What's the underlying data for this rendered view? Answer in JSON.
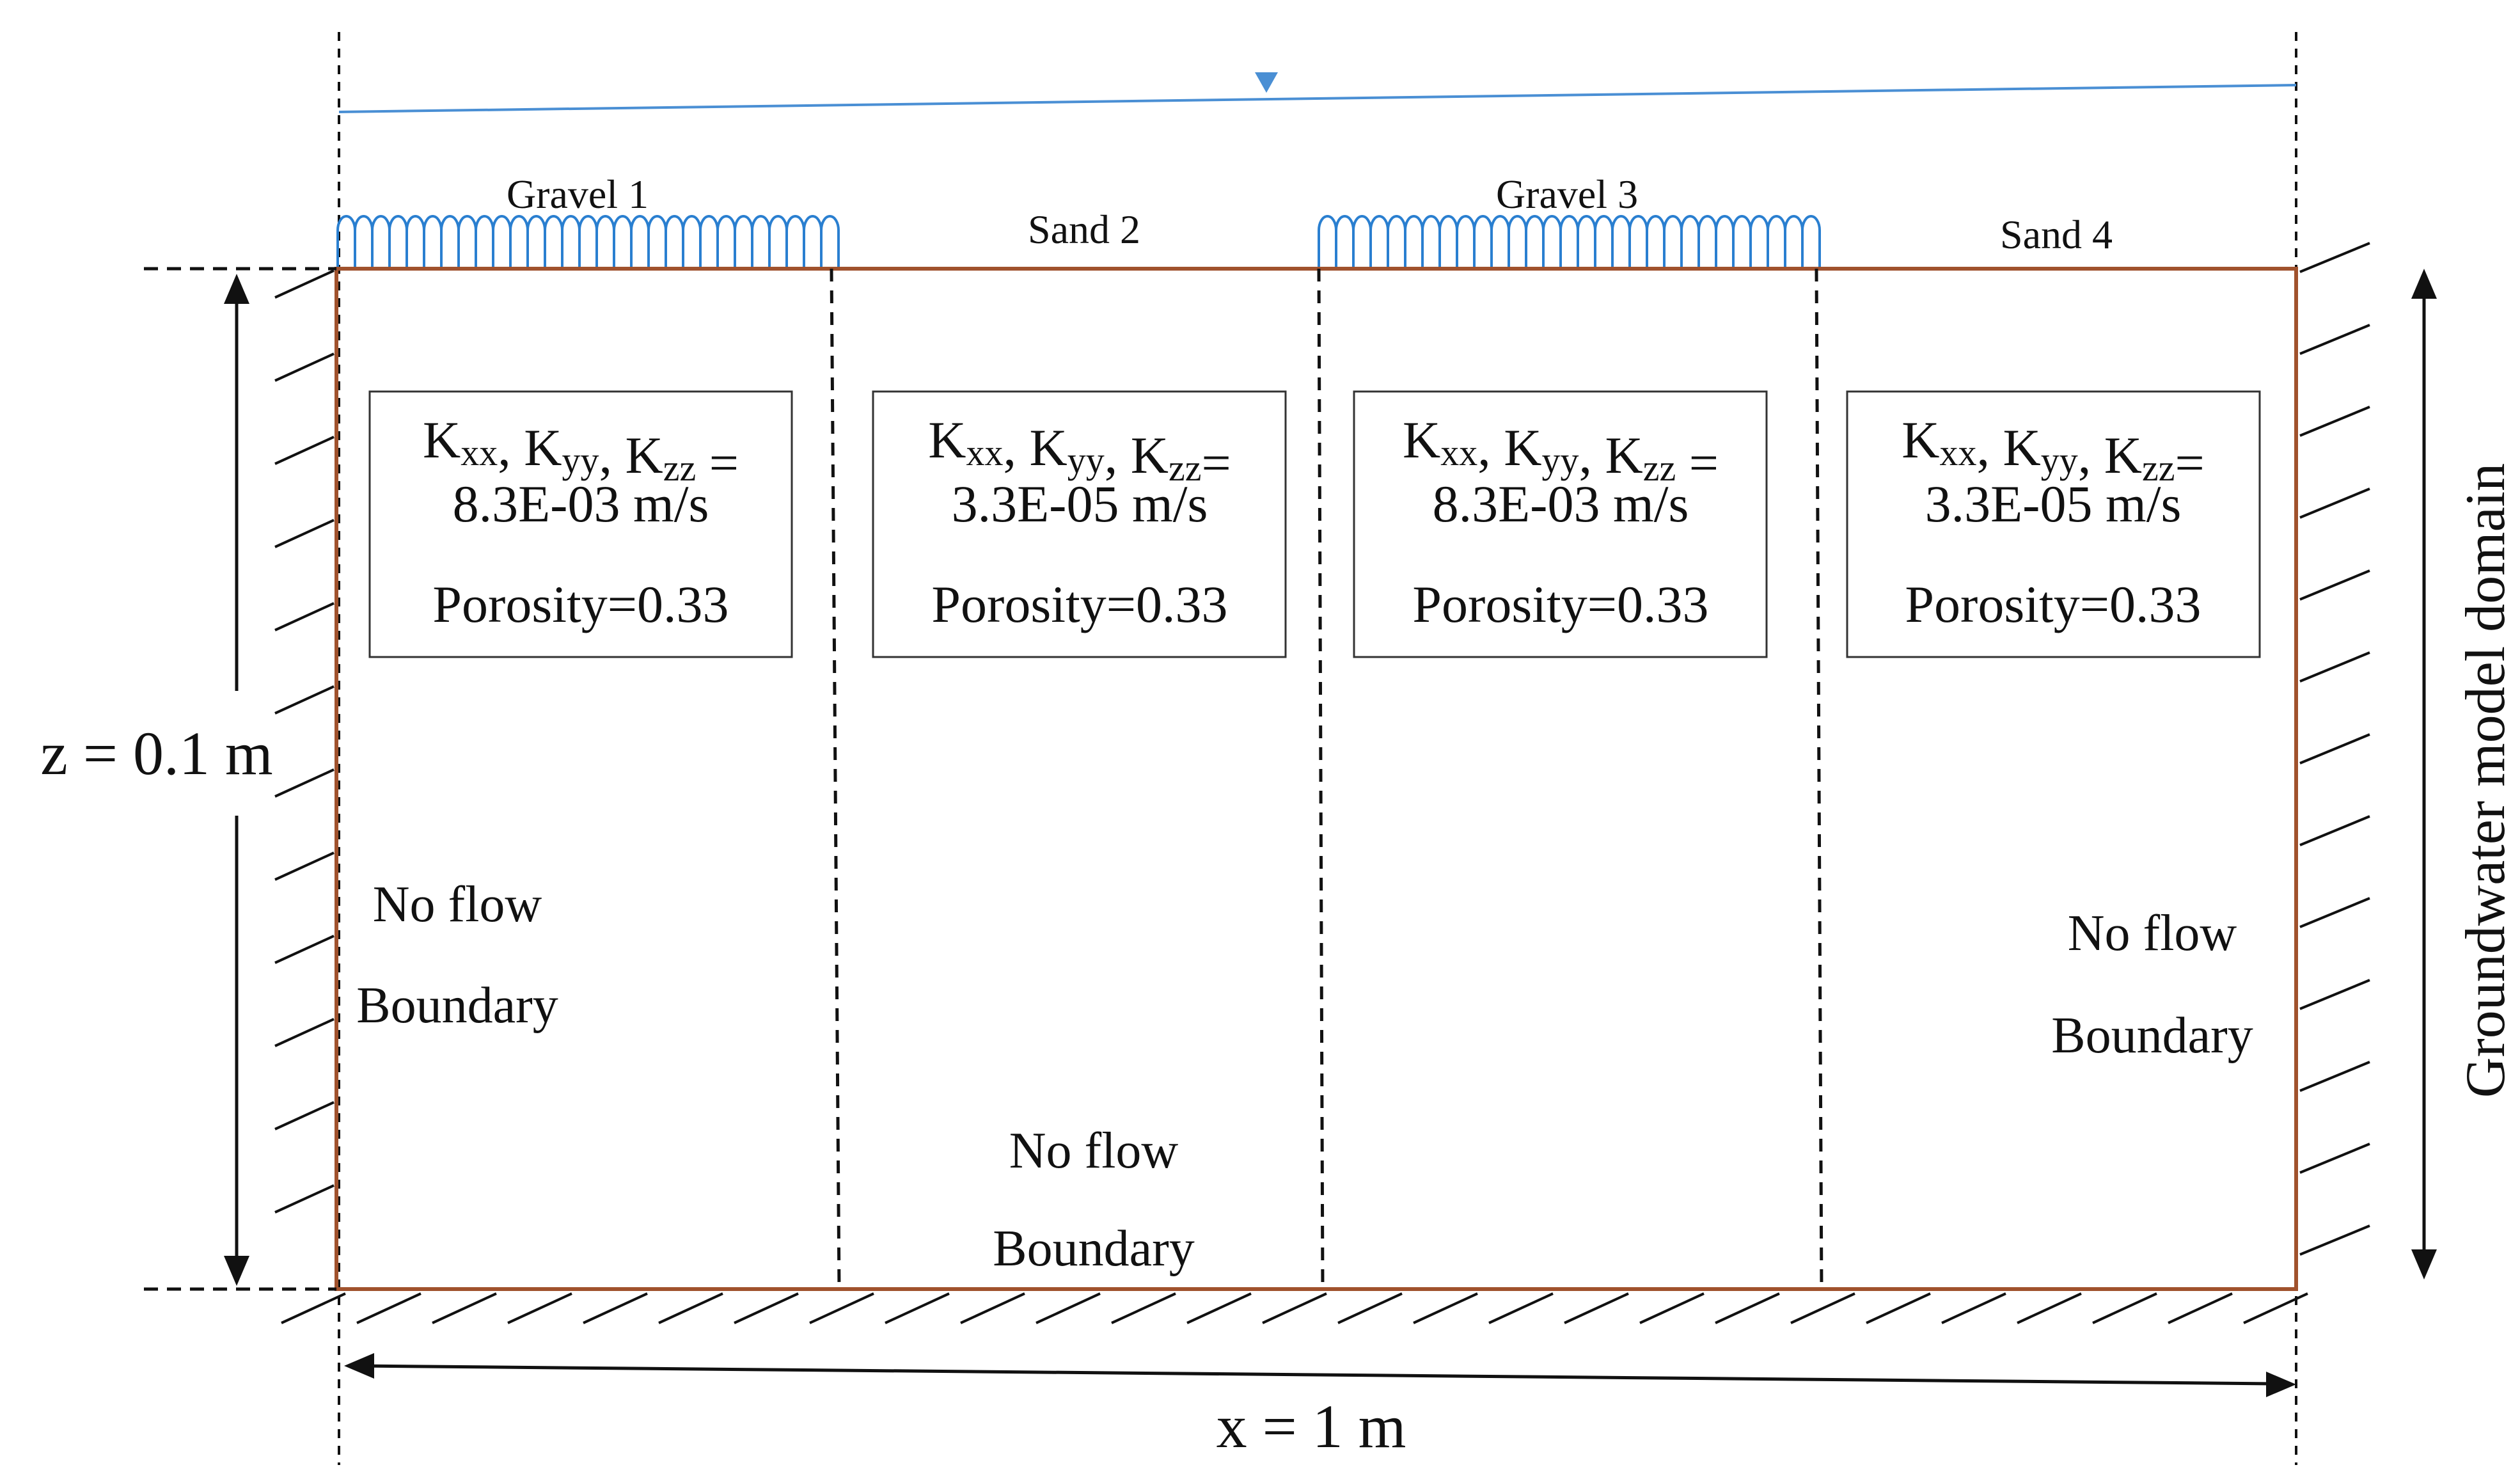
{
  "zones": [
    {
      "label": "Gravel 1",
      "k_line": "Kxx, Kyy, Kzz =",
      "k_value": "8.3E-03 m/s",
      "porosity": "Porosity=0.33",
      "surface": "gravel"
    },
    {
      "label": "Sand 2",
      "k_line": "Kxx, Kyy, Kzz=",
      "k_value": "3.3E-05 m/s",
      "porosity": "Porosity=0.33",
      "surface": "sand"
    },
    {
      "label": "Gravel 3",
      "k_line": "Kxx, Kyy, Kzz =",
      "k_value": "8.3E-03 m/s",
      "porosity": "Porosity=0.33",
      "surface": "gravel"
    },
    {
      "label": "Sand 4",
      "k_line": "Kxx, Kyy, Kzz=",
      "k_value": "3.3E-05 m/s",
      "porosity": "Porosity=0.33",
      "surface": "sand"
    }
  ],
  "k_parts": {
    "gravel": [
      {
        "base": "K",
        "sub": "xx"
      },
      {
        "text": ", "
      },
      {
        "base": "K",
        "sub": "yy"
      },
      {
        "text": ", "
      },
      {
        "base": "K",
        "sub": "zz"
      },
      {
        "text": " ="
      }
    ],
    "sand": [
      {
        "base": "K",
        "sub": "xx"
      },
      {
        "text": ", "
      },
      {
        "base": "K",
        "sub": "yy"
      },
      {
        "text": ", "
      },
      {
        "base": "K",
        "sub": "zz"
      },
      {
        "text": "="
      }
    ]
  },
  "boundaries": {
    "left": [
      "No flow",
      "Boundary"
    ],
    "bottom": [
      "No flow",
      "Boundary"
    ],
    "right": [
      "No flow",
      "Boundary"
    ]
  },
  "dimensions": {
    "z": "z = 0.1 m",
    "x": "x = 1 m"
  },
  "domain_label": "Groundwater model domain",
  "colors": {
    "water": "#4a8fd4",
    "gravel": "#2a7fd0",
    "domain_edge": "#a0522d",
    "line": "#111111"
  }
}
